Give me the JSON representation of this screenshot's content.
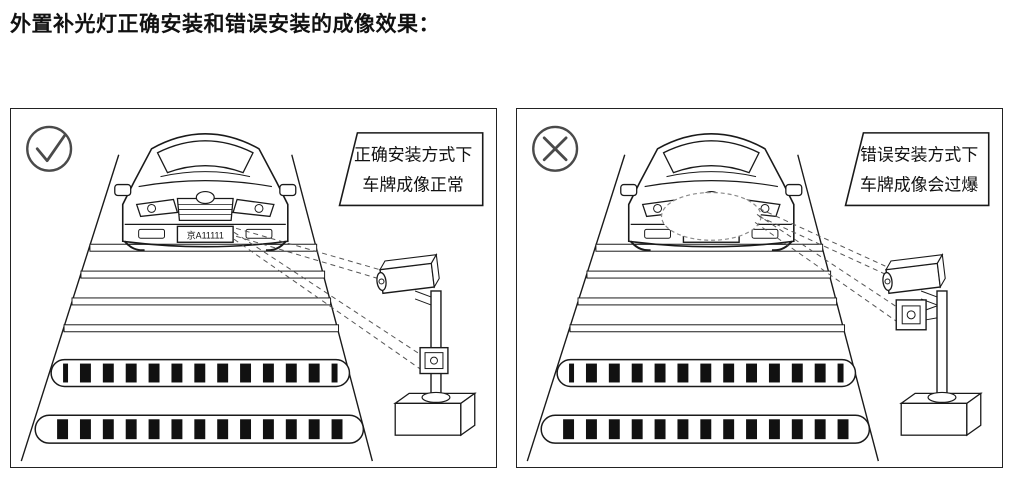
{
  "title": "外置补光灯正确安装和错误安装的成像效果：",
  "colors": {
    "line": "#1a1a1a",
    "background": "#ffffff"
  },
  "panels": {
    "correct": {
      "label": "correct-installation",
      "result_icon": "check-icon",
      "callout_line1": "正确安装方式下",
      "callout_line2": "车牌成像正常",
      "license_plate": "京A11111"
    },
    "incorrect": {
      "label": "incorrect-installation",
      "result_icon": "cross-icon",
      "callout_line1": "错误安装方式下",
      "callout_line2": "车牌成像会过爆"
    }
  }
}
